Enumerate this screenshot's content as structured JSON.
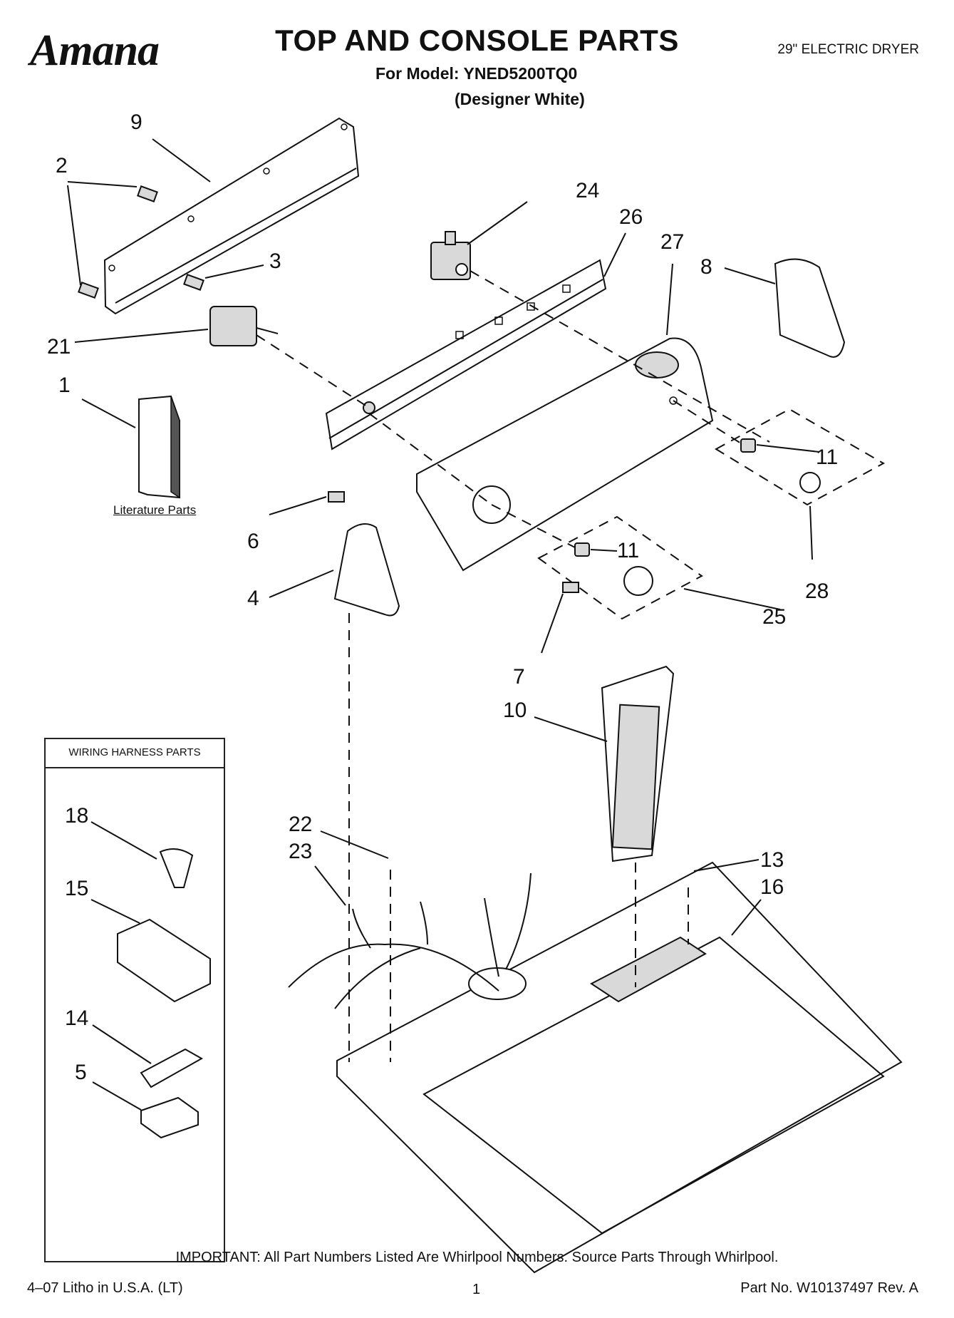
{
  "header": {
    "brand": "Amana",
    "title": "TOP AND CONSOLE PARTS",
    "model_line": "For Model: YNED5200TQ0",
    "color_line": "(Designer White)",
    "product_type": "29\" ELECTRIC DRYER"
  },
  "callouts": {
    "c1": "1",
    "c2": "2",
    "c3": "3",
    "c4": "4",
    "c5": "5",
    "c6": "6",
    "c7": "7",
    "c8": "8",
    "c9": "9",
    "c10": "10",
    "c11a": "11",
    "c11b": "11",
    "c13": "13",
    "c14": "14",
    "c15": "15",
    "c16": "16",
    "c18": "18",
    "c21": "21",
    "c22": "22",
    "c23": "23",
    "c24": "24",
    "c25": "25",
    "c26": "26",
    "c27": "27",
    "c28": "28"
  },
  "literature_label": "Literature Parts",
  "wiring_box_title": "WIRING HARNESS PARTS",
  "footer": {
    "important": "IMPORTANT: All Part Numbers Listed Are Whirlpool Numbers. Source Parts Through Whirlpool.",
    "litho": "4–07 Litho in U.S.A. (LT)",
    "page": "1",
    "part_no": "Part No. W10137497 Rev. A"
  }
}
